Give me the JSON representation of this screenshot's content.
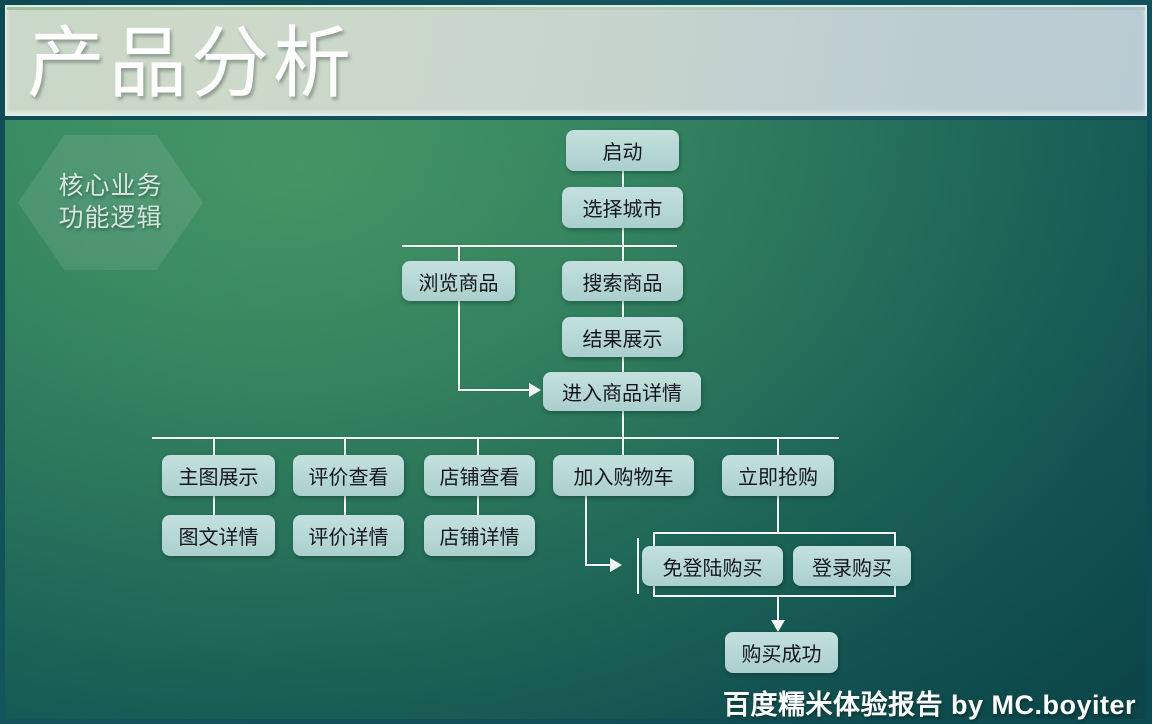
{
  "slide": {
    "title": "产品分析",
    "footer": "百度糯米体验报告 by MC.boyiter",
    "badge": {
      "line1": "核心业务",
      "line2": "功能逻辑"
    }
  },
  "colors": {
    "box_fill": "#b8dcdb",
    "box_text": "#15181a",
    "line": "#f2f7f5",
    "bg_green": "#3f9168",
    "bg_teal": "#0e4a52",
    "header_bg": "#c9d8c8",
    "title_text": "#ffffff"
  },
  "flow": {
    "nodes": [
      {
        "id": "start",
        "label": "启动"
      },
      {
        "id": "select-city",
        "label": "选择城市"
      },
      {
        "id": "browse-goods",
        "label": "浏览商品"
      },
      {
        "id": "search-goods",
        "label": "搜索商品"
      },
      {
        "id": "result-display",
        "label": "结果展示"
      },
      {
        "id": "goods-detail",
        "label": "进入商品详情"
      },
      {
        "id": "main-image",
        "label": "主图展示"
      },
      {
        "id": "image-text",
        "label": "图文详情"
      },
      {
        "id": "review-view",
        "label": "评价查看"
      },
      {
        "id": "review-detail",
        "label": "评价详情"
      },
      {
        "id": "shop-view",
        "label": "店铺查看"
      },
      {
        "id": "shop-detail",
        "label": "店铺详情"
      },
      {
        "id": "add-cart",
        "label": "加入购物车"
      },
      {
        "id": "buy-now",
        "label": "立即抢购"
      },
      {
        "id": "guest-buy",
        "label": "免登陆购买"
      },
      {
        "id": "login-buy",
        "label": "登录购买"
      },
      {
        "id": "buy-success",
        "label": "购买成功"
      }
    ]
  }
}
